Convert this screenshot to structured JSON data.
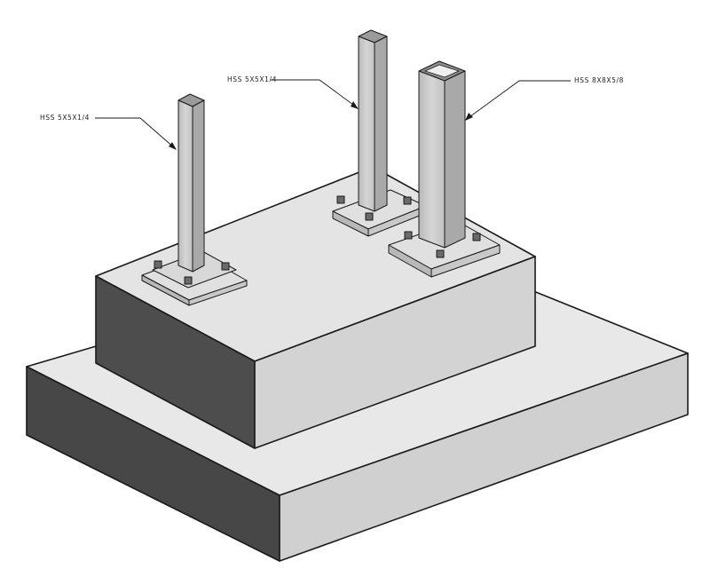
{
  "callouts": [
    {
      "id": "left",
      "label": "HSS 5X5X1/4"
    },
    {
      "id": "middle",
      "label": "HSS 5X5X1/4"
    },
    {
      "id": "right",
      "label": "HSS 8X8X5/8"
    }
  ],
  "colors": {
    "top_face": "#e6e6e6",
    "right_face": "#d2d2d2",
    "left_face": "#4a4a4a",
    "plate_top": "#e2e2e2",
    "plate_side": "#bdbdbd",
    "column_front": "#c4c4c4",
    "column_side": "#a8a8a8",
    "line": "#1a1a1a"
  }
}
